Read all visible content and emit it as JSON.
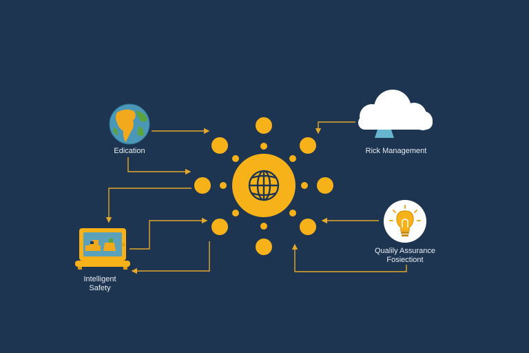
{
  "colors": {
    "background": "#1d3551",
    "accent": "#f7b21a",
    "accent_dark": "#e39b0e",
    "connector": "#e5a82a",
    "globe_ocean": "#4a97b8",
    "globe_land": "#f2a91c",
    "globe_green": "#5aa33f",
    "cloud": "#ffffff",
    "cloud_stand": "#67b6cf",
    "screen": "#5aa1b9",
    "label_text": "#e8eef5"
  },
  "hub": {
    "icon": "globe-grid-icon"
  },
  "nodes": {
    "education": {
      "label": "Edication",
      "icon": "globe-icon"
    },
    "risk_management": {
      "label": "Rick Management",
      "icon": "cloud-icon"
    },
    "quality_assurance": {
      "label_line1": "Qualily Assurance",
      "label_line2": "Fosiectiont",
      "icon": "lightbulb-icon"
    },
    "intelligent_safety": {
      "label_line1": "Intelligent",
      "label_line2": "Safety",
      "icon": "laptop-icon"
    }
  }
}
